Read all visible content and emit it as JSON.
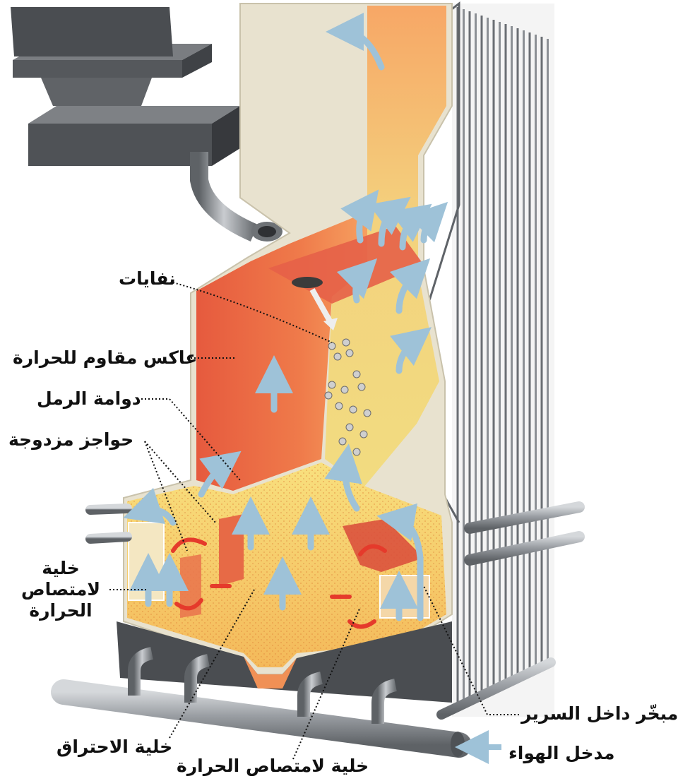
{
  "labels": {
    "waste": "نفايات",
    "refractory_reflector": "عاكس مقاوم للحرارة",
    "sand_vortex": "دوامة الرمل",
    "double_baffles": "حواجز مزدوجة",
    "heat_absorption_cell_left": "خلية لامتصاص الحرارة",
    "combustion_cell": "خلية الاحتراق",
    "heat_absorption_cell_bottom": "خلية لامتصاص الحرارة",
    "in_bed_evaporator": "مبخّر داخل السرير",
    "air_inlet": "مدخل الهواء"
  },
  "colors": {
    "flame_red": "#e4553a",
    "flame_orange": "#f08a4a",
    "sand_yellow": "#f2d774",
    "tube_grey": "#8f949a",
    "hopper_grey": "#5c5f63",
    "airflow_blue": "#9ec2d8",
    "heat_arrow_red": "#e53a2b"
  }
}
